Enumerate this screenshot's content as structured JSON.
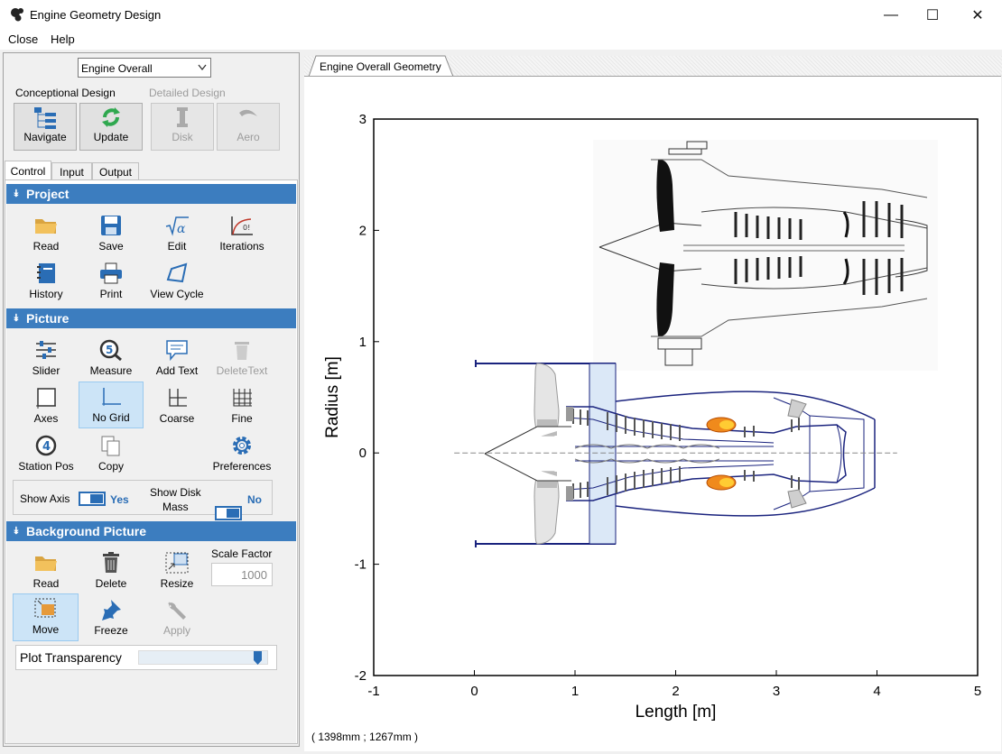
{
  "window": {
    "title": "Engine Geometry Design",
    "minimize": "—",
    "maximize": "☐",
    "close": "✕"
  },
  "menu": [
    {
      "label": "Close"
    },
    {
      "label": "Help"
    }
  ],
  "selector": {
    "value": "Engine Overall"
  },
  "design_modes": {
    "conceptional": "Conceptional Design",
    "detailed": "Detailed Design"
  },
  "toolbar": {
    "navigate": "Navigate",
    "update": "Update",
    "disk": "Disk",
    "aero": "Aero"
  },
  "tabs": [
    {
      "label": "Control"
    },
    {
      "label": "Input"
    },
    {
      "label": "Output"
    }
  ],
  "project": {
    "header": "Project",
    "items": [
      {
        "label": "Read"
      },
      {
        "label": "Save"
      },
      {
        "label": "Edit"
      },
      {
        "label": "Iterations"
      },
      {
        "label": "History"
      },
      {
        "label": "Print"
      },
      {
        "label": "View Cycle"
      }
    ]
  },
  "picture": {
    "header": "Picture",
    "items": [
      {
        "label": "Slider"
      },
      {
        "label": "Measure"
      },
      {
        "label": "Add Text"
      },
      {
        "label": "DeleteText"
      },
      {
        "label": "Axes"
      },
      {
        "label": "No Grid"
      },
      {
        "label": "Coarse"
      },
      {
        "label": "Fine"
      },
      {
        "label": "Station Pos"
      },
      {
        "label": "Copy"
      },
      {
        "label": "Preferences"
      }
    ],
    "show_axis_label": "Show Axis",
    "show_axis_value": "Yes",
    "show_disk_label_1": "Show Disk",
    "show_disk_label_2": "Mass",
    "show_disk_value": "No"
  },
  "background": {
    "header": "Background Picture",
    "items": [
      {
        "label": "Read"
      },
      {
        "label": "Delete"
      },
      {
        "label": "Resize"
      },
      {
        "label": "Move"
      },
      {
        "label": "Freeze"
      },
      {
        "label": "Apply"
      }
    ],
    "scale_factor_label": "Scale Factor",
    "scale_factor_value": "1000",
    "transparency_label": "Plot Transparency",
    "transparency": 0.95
  },
  "document_tab": "Engine Overall Geometry",
  "coord_readout": "( 1398mm  ;  1267mm )",
  "colors": {
    "accent": "#3c7dbf",
    "selected": "#cce4f7"
  },
  "chart_data": {
    "type": "line",
    "xlabel": "Length [m]",
    "ylabel": "Radius [m]",
    "xlim": [
      -1,
      5
    ],
    "ylim": [
      -2,
      3
    ],
    "xticks": [
      -1,
      0,
      1,
      2,
      3,
      4,
      5
    ],
    "yticks": [
      -2,
      -1,
      0,
      1,
      2,
      3
    ],
    "grid": false,
    "centerline_y": 0
  }
}
